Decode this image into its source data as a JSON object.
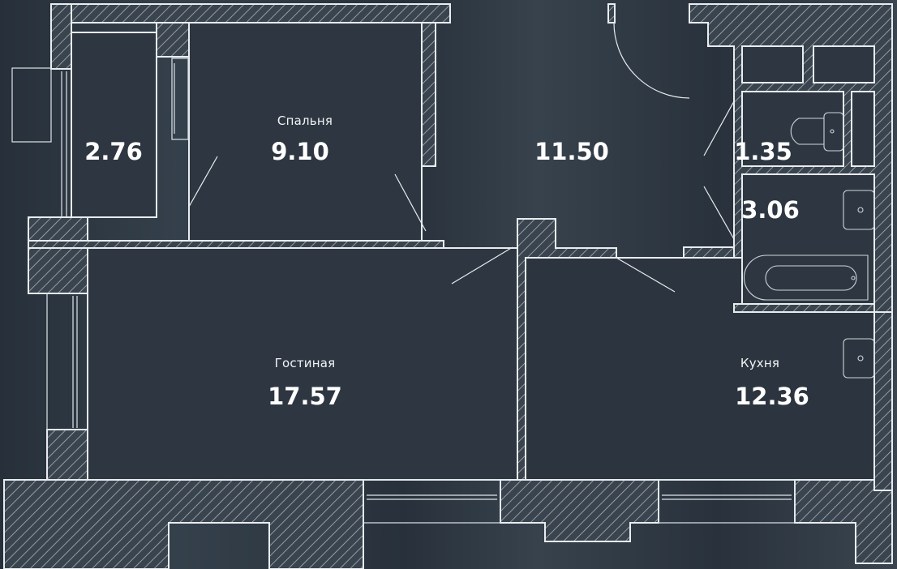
{
  "plan": {
    "colors": {
      "background": "#2b343e",
      "line": "#e8ecef",
      "hatch": "#a9b1b8"
    },
    "rooms": [
      {
        "id": "balcony-upper",
        "name": "",
        "area": "2.76"
      },
      {
        "id": "bedroom",
        "name": "Спальня",
        "area": "9.10"
      },
      {
        "id": "hallway",
        "name": "",
        "area": "11.50"
      },
      {
        "id": "wc",
        "name": "",
        "area": "1.35"
      },
      {
        "id": "bathroom",
        "name": "",
        "area": "3.06"
      },
      {
        "id": "living-room",
        "name": "Гостиная",
        "area": "17.57"
      },
      {
        "id": "kitchen",
        "name": "Кухня",
        "area": "12.36"
      }
    ]
  }
}
